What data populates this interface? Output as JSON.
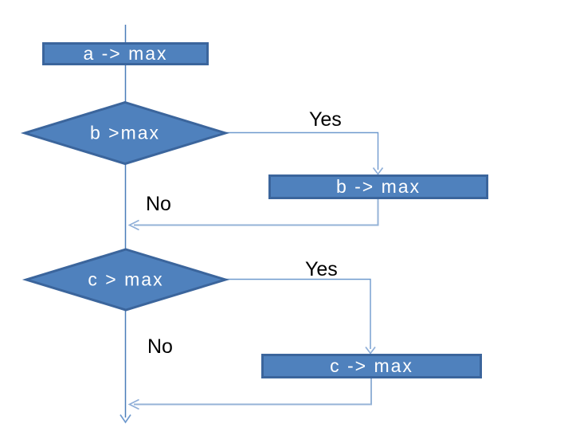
{
  "colors": {
    "background": "#ffffff",
    "shape_fill": "#4f81bd",
    "shape_border": "#3b659c",
    "shape_text": "#ffffff",
    "connector_main": "#4a7db9",
    "connector_yes": "#6f9ace",
    "connector_return": "#95b3d7",
    "arrowhead": "#80a7d8",
    "edge_label_text": "#000000"
  },
  "nodes": {
    "assign_a": {
      "label": "a -> max",
      "type": "process"
    },
    "decision_b": {
      "label": "b >max",
      "type": "decision"
    },
    "assign_b": {
      "label": "b -> max",
      "type": "process"
    },
    "decision_c": {
      "label": "c > max",
      "type": "decision"
    },
    "assign_c": {
      "label": "c -> max",
      "type": "process"
    }
  },
  "edges": {
    "b_yes": {
      "label": "Yes"
    },
    "b_no": {
      "label": "No"
    },
    "c_yes": {
      "label": "Yes"
    },
    "c_no": {
      "label": "No"
    }
  }
}
